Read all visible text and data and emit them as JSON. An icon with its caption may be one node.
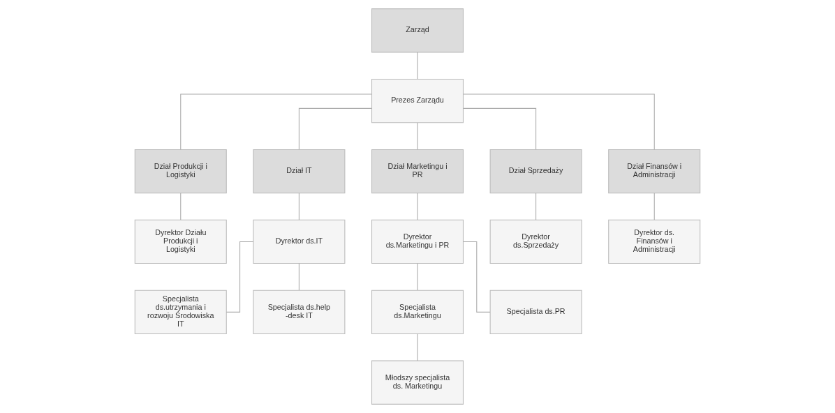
{
  "diagram": {
    "nodes": [
      {
        "text": [
          "Zarząd"
        ]
      },
      {
        "text": [
          "Prezes Zarządu"
        ]
      },
      {
        "text": [
          "Dział Produkcji i Logistyki"
        ]
      },
      {
        "text": [
          "Dział IT"
        ]
      },
      {
        "text": [
          "Dział Marketingu i PR"
        ]
      },
      {
        "text": [
          "Dział Sprzedaży"
        ]
      },
      {
        "text": [
          "Dział Finansów i Administracji"
        ]
      },
      {
        "text": [
          "Dyrektor Działu Produkcji i Logistyki"
        ]
      },
      {
        "text": [
          "Dyrektor ds.IT"
        ]
      },
      {
        "text": [
          "Dyrektor ds.Marketingu i PR"
        ]
      },
      {
        "text": [
          "Dyrektor ds.Sprzedaży"
        ]
      },
      {
        "text": [
          "Dyrektor ds. Finansów i Administracji"
        ]
      },
      {
        "text": [
          "Specjalista ds.utrzymania i rozwoju Środowiska IT"
        ]
      },
      {
        "text": [
          "Specjalista ds.help -desk IT"
        ]
      },
      {
        "text": [
          "Specjalista ds.Marketingu"
        ]
      },
      {
        "text": [
          "Specjalista ds.PR"
        ]
      },
      {
        "text": [
          "Młodszy specjalista ds. Marketingu"
        ]
      }
    ],
    "edges": [
      {
        "from": 0,
        "to": 1,
        "arrow": "none"
      },
      {
        "from": 1,
        "to": 2,
        "arrow": "none"
      },
      {
        "from": 1,
        "to": 3,
        "arrow": "none"
      },
      {
        "from": 1,
        "to": 4,
        "arrow": "none"
      },
      {
        "from": 1,
        "to": 5,
        "arrow": "none"
      },
      {
        "from": 1,
        "to": 6,
        "arrow": "none"
      },
      {
        "from": 2,
        "to": 7,
        "arrow": "none"
      },
      {
        "from": 3,
        "to": 8,
        "arrow": "none"
      },
      {
        "from": 4,
        "to": 9,
        "arrow": "none"
      },
      {
        "from": 5,
        "to": 10,
        "arrow": "none"
      },
      {
        "from": 6,
        "to": 11,
        "arrow": "none"
      },
      {
        "from": 8,
        "to": 12,
        "arrow": "none"
      },
      {
        "from": 8,
        "to": 13,
        "arrow": "none"
      },
      {
        "from": 9,
        "to": 14,
        "arrow": "none"
      },
      {
        "from": 9,
        "to": 15,
        "arrow": "none"
      },
      {
        "from": 14,
        "to": 16,
        "arrow": "none"
      }
    ]
  }
}
